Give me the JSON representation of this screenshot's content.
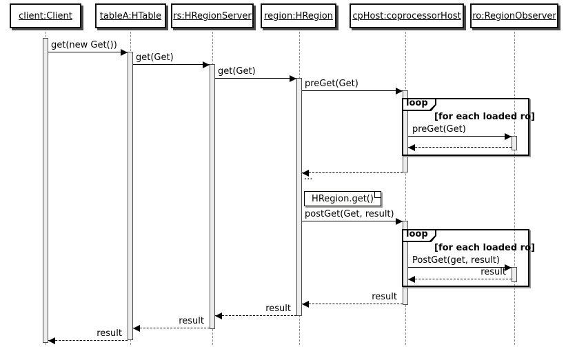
{
  "diagram": {
    "type": "uml-sequence",
    "participants": [
      {
        "id": "client",
        "label": "client:Client"
      },
      {
        "id": "tableA",
        "label": "tableA:HTable"
      },
      {
        "id": "rs",
        "label": "rs:HRegionServer"
      },
      {
        "id": "region",
        "label": "region:HRegion"
      },
      {
        "id": "cpHost",
        "label": "cpHost:coprocessorHost"
      },
      {
        "id": "ro",
        "label": "ro:RegionObserver"
      }
    ],
    "messages": {
      "client_get": {
        "label": "get(new Get())",
        "from": "client",
        "to": "tableA",
        "style": "solid"
      },
      "table_get": {
        "label": "get(Get)",
        "from": "tableA",
        "to": "rs",
        "style": "solid"
      },
      "rs_get": {
        "label": "get(Get)",
        "from": "rs",
        "to": "region",
        "style": "solid"
      },
      "pre_get": {
        "label": "preGet(Get)",
        "from": "region",
        "to": "cpHost",
        "style": "solid"
      },
      "loop1_pre_get": {
        "label": "preGet(Get)",
        "from": "cpHost",
        "to": "ro",
        "style": "solid"
      },
      "loop1_return": {
        "label": "",
        "from": "ro",
        "to": "cpHost",
        "style": "dashed"
      },
      "cphost_return": {
        "label": "",
        "from": "cpHost",
        "to": "region",
        "style": "dashed"
      },
      "post_get": {
        "label": "postGet(Get, result)",
        "from": "region",
        "to": "cpHost",
        "style": "solid"
      },
      "loop2_post_get": {
        "label": "PostGet(get, result)",
        "from": "cpHost",
        "to": "ro",
        "style": "solid"
      },
      "loop2_result": {
        "label": "result",
        "from": "ro",
        "to": "cpHost",
        "style": "dashed"
      },
      "cphost_result": {
        "label": "result",
        "from": "cpHost",
        "to": "region",
        "style": "dashed"
      },
      "region_result": {
        "label": "result",
        "from": "region",
        "to": "rs",
        "style": "dashed"
      },
      "rs_result": {
        "label": "result",
        "from": "rs",
        "to": "tableA",
        "style": "dashed"
      },
      "table_result": {
        "label": "result",
        "from": "tableA",
        "to": "client",
        "style": "dashed"
      }
    },
    "fragments": {
      "loop1": {
        "operator": "loop",
        "guard": "[for each loaded ro]"
      },
      "loop2": {
        "operator": "loop",
        "guard": "[for each loaded ro]"
      }
    },
    "note": {
      "text": "HRegion.get()"
    },
    "ellipsis": "...",
    "colors": {
      "background": "#ffffff",
      "box_border": "#101010",
      "box_shadow": "#4a4a4a",
      "activation_fill": "#ededed",
      "activation_border": "#4d4d4d",
      "lifeline": "#8a8a8a",
      "message_line": "#000000",
      "frame_border": "#000000"
    }
  }
}
